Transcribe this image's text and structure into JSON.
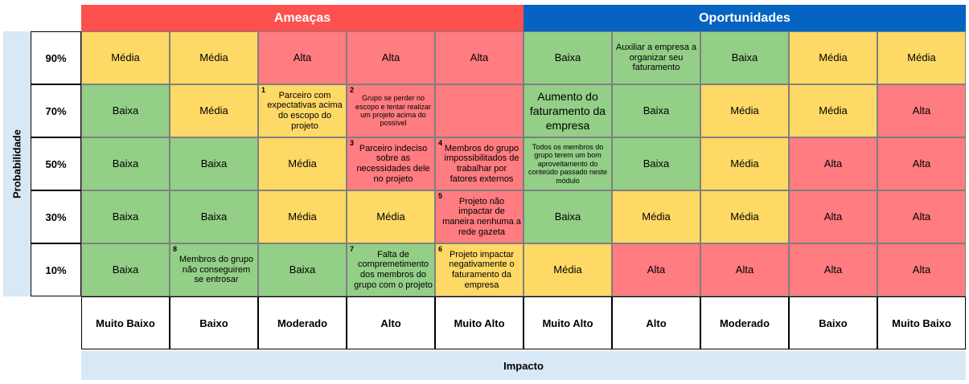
{
  "headers": {
    "threats": "Ameaças",
    "opportunities": "Oportunidades",
    "threats_color": "#ff5050",
    "opportunities_color": "#0563c1"
  },
  "probability_label": "Probabilidade",
  "impact_label": "Impacto",
  "probabilities": [
    "90%",
    "70%",
    "50%",
    "30%",
    "10%"
  ],
  "impacts": [
    "Muito Baixo",
    "Baixo",
    "Moderado",
    "Alto",
    "Muito Alto",
    "Muito Alto",
    "Alto",
    "Moderado",
    "Baixo",
    "Muito Baixo"
  ],
  "colors": {
    "Alta": "#ff7c80",
    "Média": "#ffd966",
    "Baixa": "#93cf87"
  },
  "rows": [
    [
      {
        "level": "Média",
        "text": "Média"
      },
      {
        "level": "Média",
        "text": "Média"
      },
      {
        "level": "Alta",
        "text": "Alta"
      },
      {
        "level": "Alta",
        "text": "Alta"
      },
      {
        "level": "Alta",
        "text": "Alta"
      },
      {
        "level": "Baixa",
        "text": "Baixa"
      },
      {
        "level": "Baixa",
        "text": "Auxiliar a empresa a organizar seu faturamento",
        "size": "sm"
      },
      {
        "level": "Baixa",
        "text": "Baixa"
      },
      {
        "level": "Média",
        "text": "Média"
      },
      {
        "level": "Média",
        "text": "Média"
      }
    ],
    [
      {
        "level": "Baixa",
        "text": "Baixa"
      },
      {
        "level": "Média",
        "text": "Média"
      },
      {
        "level": "Média",
        "num": "1",
        "text": "Parceiro com expectativas acima do escopo do projeto",
        "size": "sm"
      },
      {
        "level": "Alta",
        "num": "2",
        "text": "Grupo se perder no escopo e tentar realizar um projeto acima do possível",
        "size": "xs"
      },
      {
        "level": "Alta",
        "text": ""
      },
      {
        "level": "Baixa",
        "text": "Aumento do faturamento da empresa",
        "size": "big"
      },
      {
        "level": "Baixa",
        "text": "Baixa"
      },
      {
        "level": "Média",
        "text": "Média"
      },
      {
        "level": "Média",
        "text": "Média"
      },
      {
        "level": "Alta",
        "text": "Alta"
      }
    ],
    [
      {
        "level": "Baixa",
        "text": "Baixa"
      },
      {
        "level": "Baixa",
        "text": "Baixa"
      },
      {
        "level": "Média",
        "text": "Média"
      },
      {
        "level": "Alta",
        "num": "3",
        "text": "Parceiro indeciso sobre as necessidades dele no projeto",
        "size": "sm"
      },
      {
        "level": "Alta",
        "num": "4",
        "text": "Membros do grupo impossibilitados de trabalhar por fatores externos",
        "size": "sm"
      },
      {
        "level": "Baixa",
        "text": "Todos os membros do grupo terem um bom aproveitamento do conteúdo passado neste módulo",
        "size": "xs"
      },
      {
        "level": "Baixa",
        "text": "Baixa"
      },
      {
        "level": "Média",
        "text": "Média"
      },
      {
        "level": "Alta",
        "text": "Alta"
      },
      {
        "level": "Alta",
        "text": "Alta"
      }
    ],
    [
      {
        "level": "Baixa",
        "text": "Baixa"
      },
      {
        "level": "Baixa",
        "text": "Baixa"
      },
      {
        "level": "Média",
        "text": "Média"
      },
      {
        "level": "Média",
        "text": "Média"
      },
      {
        "level": "Alta",
        "num": "5",
        "text": "Projeto não impactar de maneira nenhuma a rede gazeta",
        "size": "sm"
      },
      {
        "level": "Baixa",
        "text": "Baixa"
      },
      {
        "level": "Média",
        "text": "Média"
      },
      {
        "level": "Média",
        "text": "Média"
      },
      {
        "level": "Alta",
        "text": "Alta"
      },
      {
        "level": "Alta",
        "text": "Alta"
      }
    ],
    [
      {
        "level": "Baixa",
        "text": "Baixa"
      },
      {
        "level": "Baixa",
        "num": "8",
        "text": "Membros do grupo não conseguirem se entrosar",
        "size": "sm"
      },
      {
        "level": "Baixa",
        "text": "Baixa"
      },
      {
        "level": "Baixa",
        "num": "7",
        "text": "Falta de compremetimento dos membros do grupo com o projeto",
        "size": "sm"
      },
      {
        "level": "Média",
        "num": "6",
        "text": "Projeto impactar negativamente o faturamento da empresa",
        "size": "sm"
      },
      {
        "level": "Média",
        "text": "Média"
      },
      {
        "level": "Alta",
        "text": "Alta"
      },
      {
        "level": "Alta",
        "text": "Alta"
      },
      {
        "level": "Alta",
        "text": "Alta"
      },
      {
        "level": "Alta",
        "text": "Alta"
      }
    ]
  ]
}
